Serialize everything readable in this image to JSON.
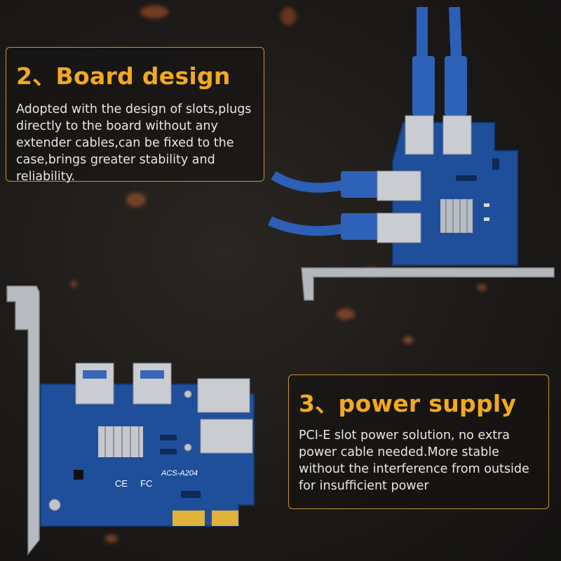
{
  "board_design": {
    "title": "2、Board design",
    "body": "Adopted with the design of slots,plugs directly to the board without any extender cables,can be fixed to the case,brings greater stability and reliability."
  },
  "power_supply": {
    "title": "3、power supply",
    "body": "PCI-E slot power solution, no extra power cable needed.More stable without the interference from outside for insufficient power"
  },
  "product": {
    "model_label": "ACS-A204",
    "ce_mark": "CE",
    "fc_mark": "FC"
  },
  "colors": {
    "accent": "#f2a91f",
    "pcb": "#1f4f9a",
    "cable": "#2c5fb5"
  }
}
